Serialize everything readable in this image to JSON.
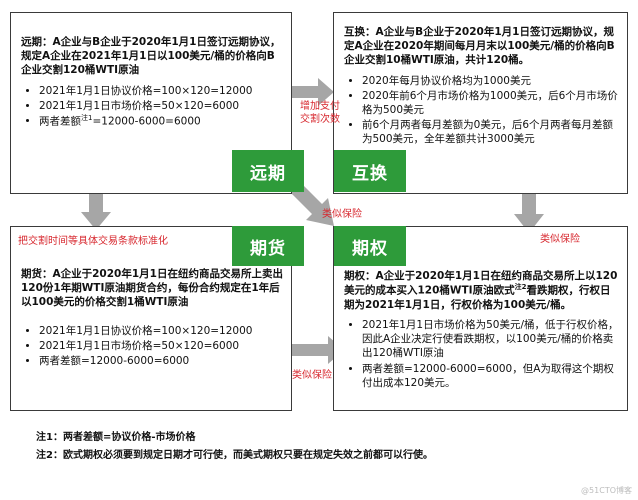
{
  "tags": {
    "forward": "远期",
    "swap": "互换",
    "futures": "期货",
    "option": "期权"
  },
  "forward": {
    "lead": "远期：A企业与B企业于2020年1月1日签订远期协议，规定A企业在2021年1月1日以100美元/桶的价格向B企业交割120桶WTI原油",
    "b1": "2021年1月1日协议价格=100×120=12000",
    "b2": "2021年1月1日市场价格=50×120=6000",
    "b3_pre": "两者差额",
    "b3_sup": "注1",
    "b3_post": "=12000-6000=6000"
  },
  "swap": {
    "lead": "互换：A企业与B企业于2020年1月1日签订远期协议，规定A企业在2020年期间每月月末以100美元/桶的价格向B企业交割10桶WTI原油，共计120桶。",
    "b1": "2020年每月协议价格均为1000美元",
    "b2": "2020年前6个月市场价格为1000美元，后6个月市场价格为500美元",
    "b3": "前6个月两者每月差额为0美元，后6个月两者每月差额为500美元，全年差额共计3000美元"
  },
  "futures": {
    "lead": "期货：A企业于2020年1月1日在纽约商品交易所上卖出120份1年期WTI原油期货合约，每份合约规定在1年后以100美元的价格交割1桶WTI原油",
    "b1": "2021年1月1日协议价格=100×120=12000",
    "b2": "2021年1月1日市场价格=50×120=6000",
    "b3": "两者差额=12000-6000=6000"
  },
  "option": {
    "lead_pre": "期权：A企业于2020年1月1日在纽约商品交易所上以120美元的成本买入120桶WTI原油欧式",
    "lead_sup": "注2",
    "lead_post": "看跌期权，行权日期为2021年1月1日，行权价格为100美元/桶。",
    "b1": "2021年1月1日市场价格为50美元/桶，低于行权价格，因此A企业决定行使看跌期权，以100美元/桶的价格卖出120桶WTI原油",
    "b2": "两者差额=12000-6000=6000，但A为取得这个期权付出成本120美元。"
  },
  "arrows": {
    "forward_to_swap": "增加支付交割次数",
    "forward_to_futures": "把交割时间等具体交易条款标准化",
    "forward_to_option": "类似保险",
    "swap_to_option": "类似保险",
    "futures_to_option": "类似保险"
  },
  "notes": {
    "n1": "注1：两者差额=协议价格-市场价格",
    "n2": "注2：欧式期权必须要到规定日期才可行使，而美式期权只要在规定失效之前都可以行使。"
  },
  "watermark": "@51CTO博客",
  "colors": {
    "tag_green": "#2e9b3a",
    "arrow_gray": "#a6a6a6",
    "label_red": "#d7272e"
  }
}
